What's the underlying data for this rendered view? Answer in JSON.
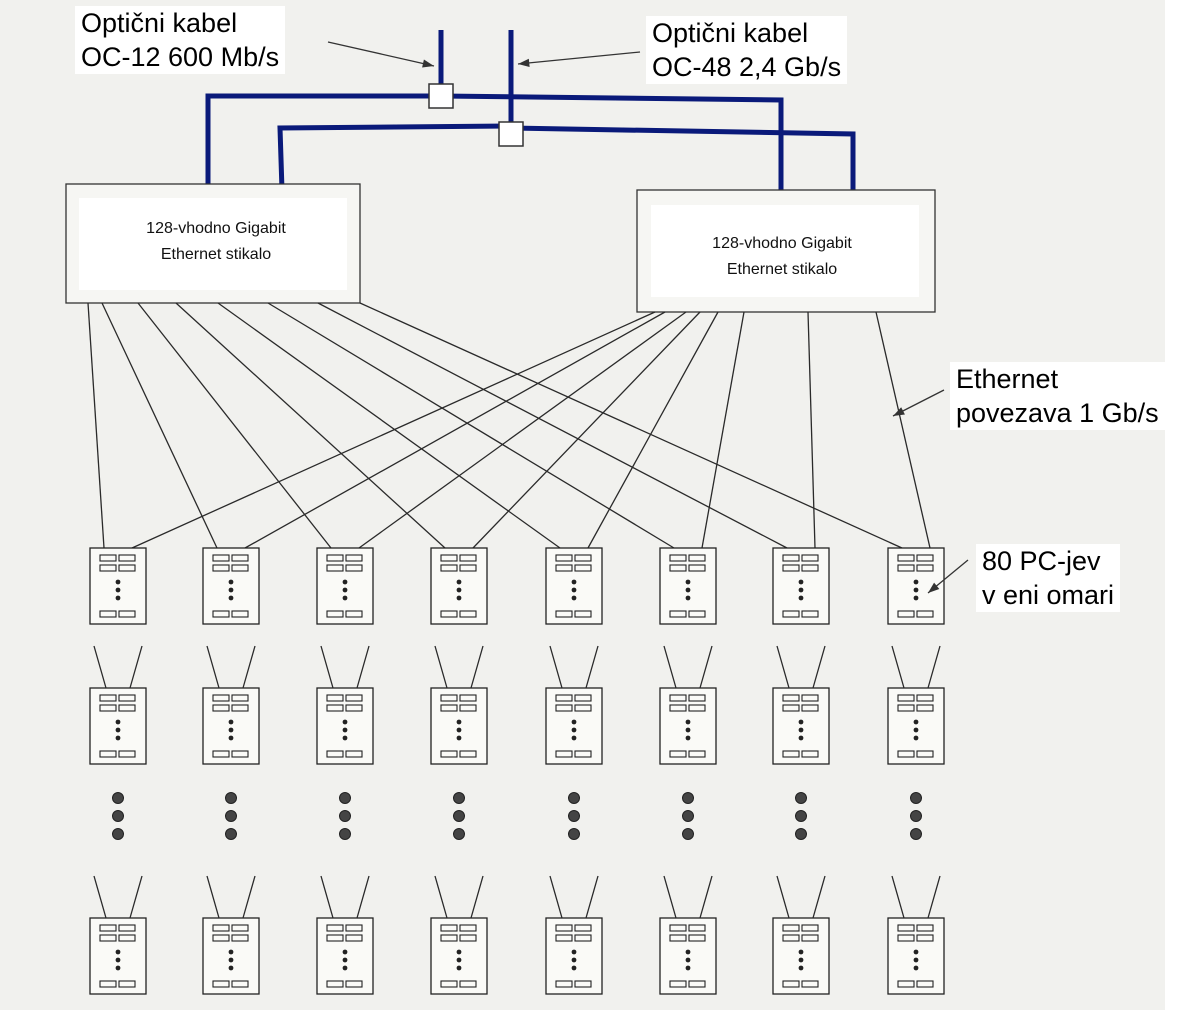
{
  "labels": {
    "fiber_oc12": [
      "Optični kabel",
      "OC-12 600 Mb/s"
    ],
    "fiber_oc48": [
      "Optični kabel",
      "OC-48 2,4 Gb/s"
    ],
    "ethernet_link": [
      "Ethernet",
      "povezava 1 Gb/s"
    ],
    "pcs_per_rack": [
      "80 PC-jev",
      "v eni omari"
    ]
  },
  "switches": [
    {
      "lines": [
        "128-vhodno Gigabit",
        "Ethernet stikalo"
      ]
    },
    {
      "lines": [
        "128-vhodno Gigabit",
        "Ethernet stikalo"
      ]
    }
  ],
  "colors": {
    "fiber": "#0a1a7a",
    "line": "#2a2a2a",
    "paper": "#f1f1ee"
  },
  "racks": {
    "columns": 8,
    "rows_shown": 3,
    "has_ellipsis_row": true
  }
}
